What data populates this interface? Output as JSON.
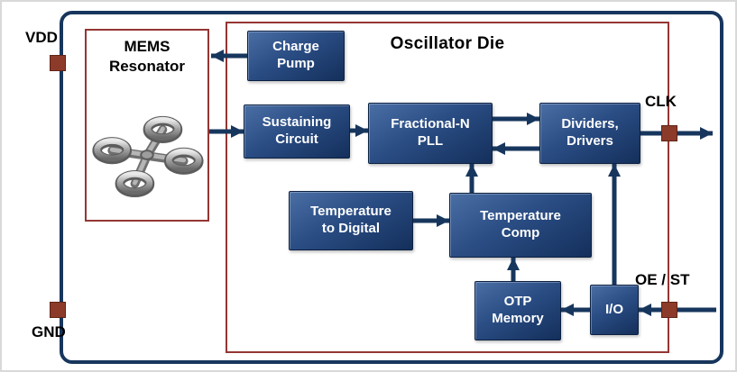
{
  "diagram": {
    "die_title": "Oscillator Die",
    "mems_label": "MEMS\nResonator",
    "blocks": {
      "charge_pump": "Charge\nPump",
      "sustaining_circuit": "Sustaining\nCircuit",
      "fractional_n_pll": "Fractional-N\nPLL",
      "dividers_drivers": "Dividers,\nDrivers",
      "temperature_to_digital": "Temperature\nto Digital",
      "temperature_comp": "Temperature\nComp",
      "otp_memory": "OTP\nMemory",
      "io": "I/O"
    },
    "pins": {
      "vdd": "VDD",
      "gnd": "GND",
      "clk": "CLK",
      "oe_st": "OE / ST"
    },
    "colors": {
      "block_fill_dark": "#142f5b",
      "block_fill_light": "#4a6fa5",
      "arrow": "#17365d",
      "outer_border": "#17365d",
      "die_border": "#943634",
      "pin_fill": "#8c3b2a",
      "mems_metal": "#9b9b9b"
    }
  }
}
